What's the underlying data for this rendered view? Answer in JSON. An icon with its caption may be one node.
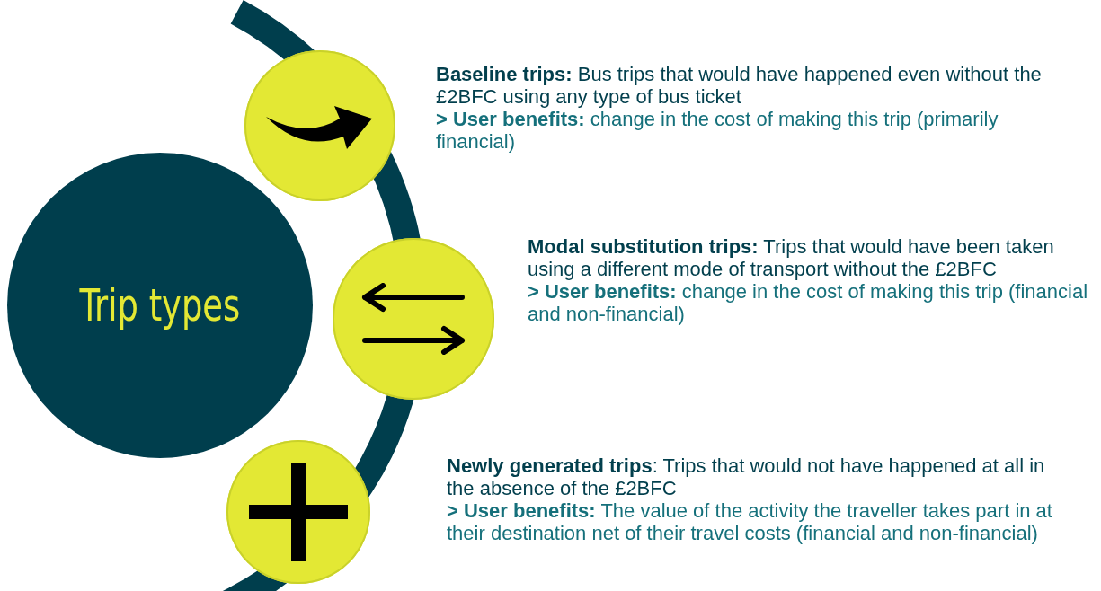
{
  "diagram": {
    "nodes": [
      {
        "text": [
          "Trip types"
        ]
      },
      {
        "text": [],
        "shape": "circle",
        "beside": [
          "**Baseline trips:** Bus trips that would have happened even without the £2BFC using any type of bus ticket",
          "**> User benefits:** change in the cost of making this trip (primarily financial)"
        ]
      },
      {
        "text": [],
        "shape": "circle",
        "beside": [
          "**Modal substitution trips:** Trips that would have been taken using a different mode of transport without the £2BFC",
          "**> User benefits:** change in the cost of making this trip (financial and non-financial)"
        ]
      },
      {
        "text": [],
        "shape": "circle",
        "beside": [
          "**Newly generated trips**: Trips that would not have happened at all in the absence of the £2BFC",
          "**> User benefits:** The value of the activity the traveller takes part in at their destination net of their travel costs (financial and non-financial)"
        ]
      }
    ],
    "edges": []
  }
}
